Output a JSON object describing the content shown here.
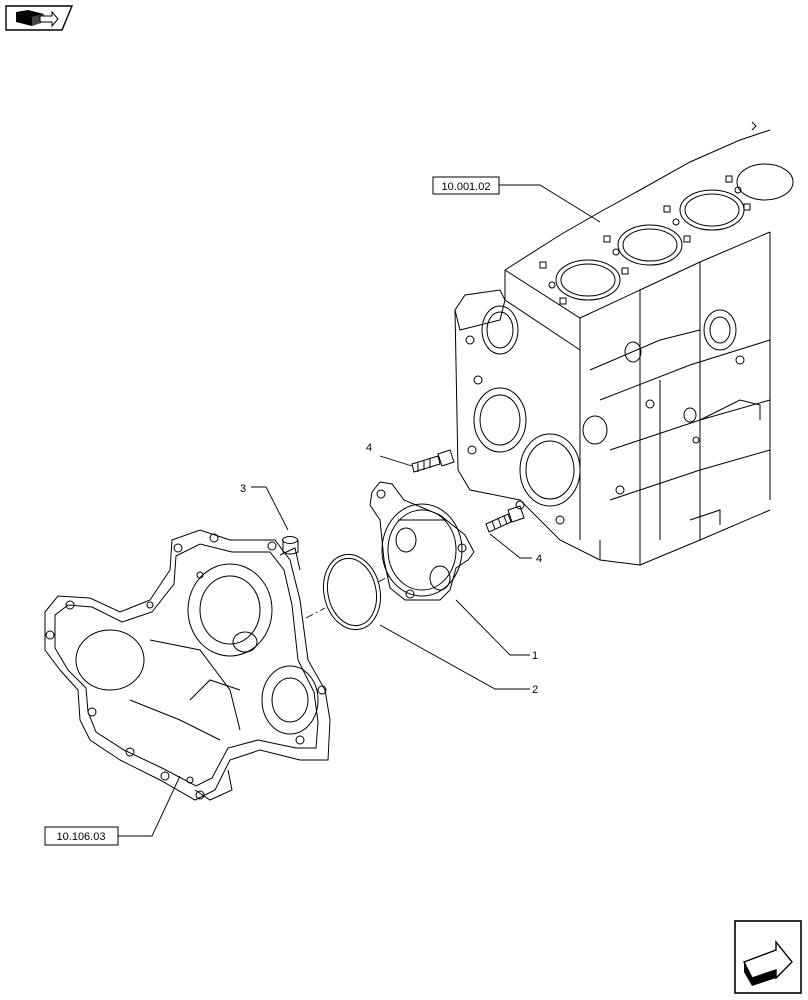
{
  "nav": {
    "top_icon": "book-arrow-icon",
    "bottom_icon": "next-page-arrow-icon"
  },
  "references": {
    "engine_block": "10.001.02",
    "gear_cover": "10.106.03"
  },
  "callouts": {
    "part_1": "1",
    "part_2": "2",
    "part_3": "3",
    "part_4_top": "4",
    "part_4_right": "4"
  }
}
